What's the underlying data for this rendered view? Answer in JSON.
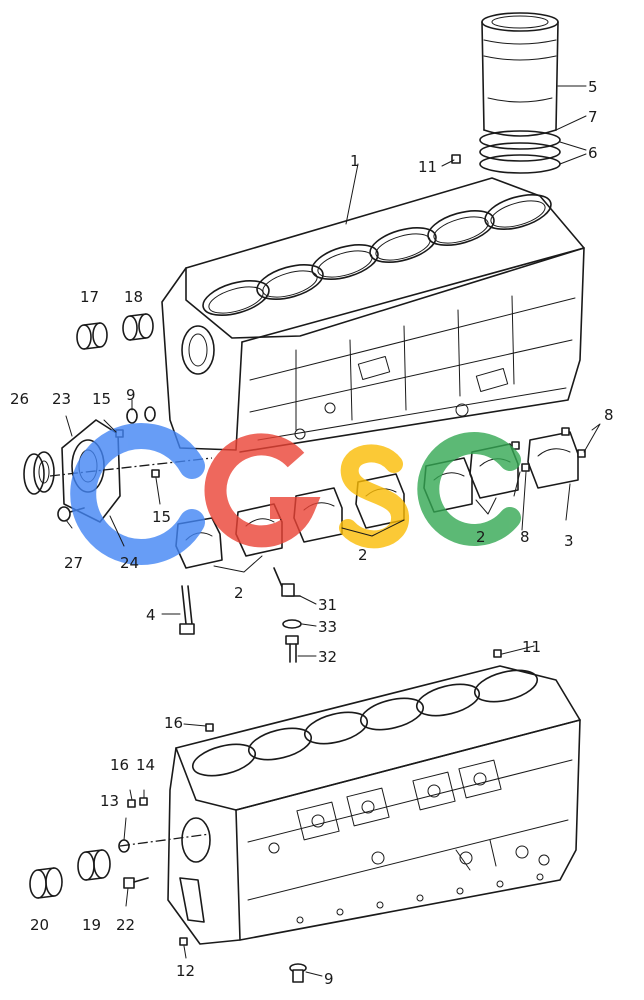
{
  "watermark": {
    "text": "CGSC",
    "colors": {
      "C1": "#4285f4",
      "G": "#ea4335",
      "S": "#fbbc05",
      "C2": "#34a853"
    }
  },
  "callouts": {
    "c1": "1",
    "c2a": "2",
    "c2b": "2",
    "c2c": "2",
    "c3": "3",
    "c4": "4",
    "c5": "5",
    "c6": "6",
    "c7": "7",
    "c8a": "8",
    "c8b": "8",
    "c9a": "9",
    "c9b": "9",
    "c11a": "11",
    "c11b": "11",
    "c12": "12",
    "c13": "13",
    "c14": "14",
    "c15a": "15",
    "c15b": "15",
    "c16a": "16",
    "c16b": "16",
    "c17": "17",
    "c18": "18",
    "c19": "19",
    "c20": "20",
    "c22": "22",
    "c23": "23",
    "c24": "24",
    "c26": "26",
    "c27": "27",
    "c31": "31",
    "c32": "32",
    "c33": "33"
  }
}
